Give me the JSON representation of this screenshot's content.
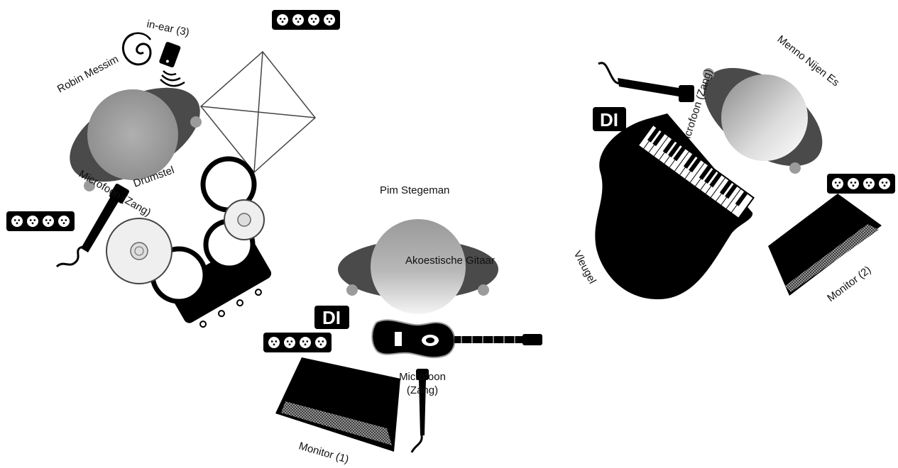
{
  "musicians": {
    "robin": {
      "name": "Robin Messim",
      "instrument": "Drumstel",
      "in_ear": "in-ear (3)"
    },
    "pim": {
      "name": "Pim Stegeman",
      "instrument": "Akoestische Gitaar"
    },
    "menno": {
      "name": "Menno Nijen Es",
      "instrument": "Vleugel"
    }
  },
  "equipment": {
    "mic_robin": "Microfoon (Zang)",
    "mic_pim_line1": "Microfoon",
    "mic_pim_line2": "(Zang)",
    "mic_menno": "Microfoon (Zang)",
    "di_label": "DI",
    "monitor_1": "Monitor (1)",
    "monitor_2": "Monitor (2)"
  },
  "colors": {
    "ink": "#0a0a0a",
    "shoulder": "#4a4a4a",
    "head": "#9a9a9a",
    "hand": "#9b9b9b"
  }
}
